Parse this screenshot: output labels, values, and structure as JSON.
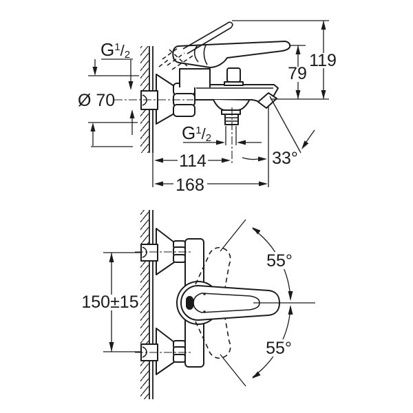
{
  "drawing": {
    "background": "#ffffff",
    "line_color": "#1b1b1b",
    "views": {
      "side": {
        "dimensions": {
          "wall_thread": {
            "prefix": "G",
            "numerator": "1",
            "slash": "/",
            "denominator": "2"
          },
          "escutcheon_diameter": "Ø 70",
          "total_height": "119",
          "lever_height": "79",
          "outlet_thread": {
            "prefix": "G",
            "numerator": "1",
            "slash": "/",
            "denominator": "2"
          },
          "outlet_offset": "114",
          "total_projection": "168",
          "spout_angle": "33°"
        }
      },
      "plan": {
        "dimensions": {
          "connection_centers": "150±15",
          "lever_swing_upper": "55°",
          "lever_swing_lower": "55°"
        }
      }
    }
  }
}
